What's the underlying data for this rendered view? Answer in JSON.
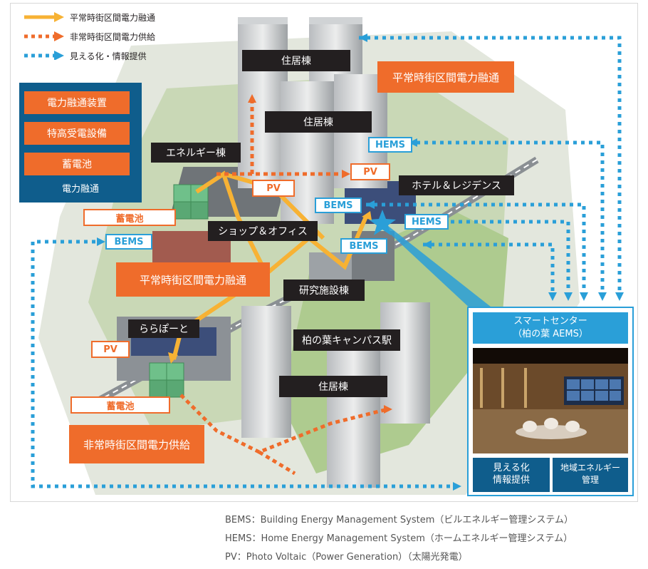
{
  "legend": {
    "normal_power": "平常時街区間電力融通",
    "emergency_power": "非常時街区間電力供給",
    "visualization": "見える化・情報提供"
  },
  "left_panel": {
    "items": [
      "電力融通装置",
      "特高受電設備",
      "蓄電池"
    ],
    "caption": "電力融通"
  },
  "buildings": {
    "residential_top": "住居棟",
    "residential_mid": "住居棟",
    "energy_building": "エネルギー棟",
    "hotel": "ホテル＆レジデンス",
    "shop_office": "ショップ＆オフィス",
    "research": "研究施設棟",
    "lalaport": "ららぽーと",
    "station": "柏の葉キャンパス駅",
    "residential_bottom": "住居棟"
  },
  "callouts": {
    "normal_top": "平常時街区間電力融通",
    "normal_left": "平常時街区間電力融通",
    "emergency": "非常時街区間電力供給",
    "battery_1": "蓄電池",
    "battery_2": "蓄電池"
  },
  "tags": {
    "pv": "PV",
    "bems": "BEMS",
    "hems": "HEMS"
  },
  "smart_center": {
    "title": "スマートセンター\n（柏の葉 AEMS）",
    "visualization": "見える化\n情報提供",
    "regional_energy": "地域エネルギー\n管理"
  },
  "footnotes": [
    "BEMS：Building Energy Management System（ビルエネルギー管理システム）",
    "HEMS：Home Energy Management System（ホームエネルギー管理システム）",
    "PV：Photo Voltaic（Power Generation）（太陽光発電）"
  ],
  "colors": {
    "orange": "#ef6c2b",
    "yellow": "#f7b234",
    "blue": "#2a9fd8",
    "dark": "#231f20",
    "navy": "#1a5c8a"
  }
}
